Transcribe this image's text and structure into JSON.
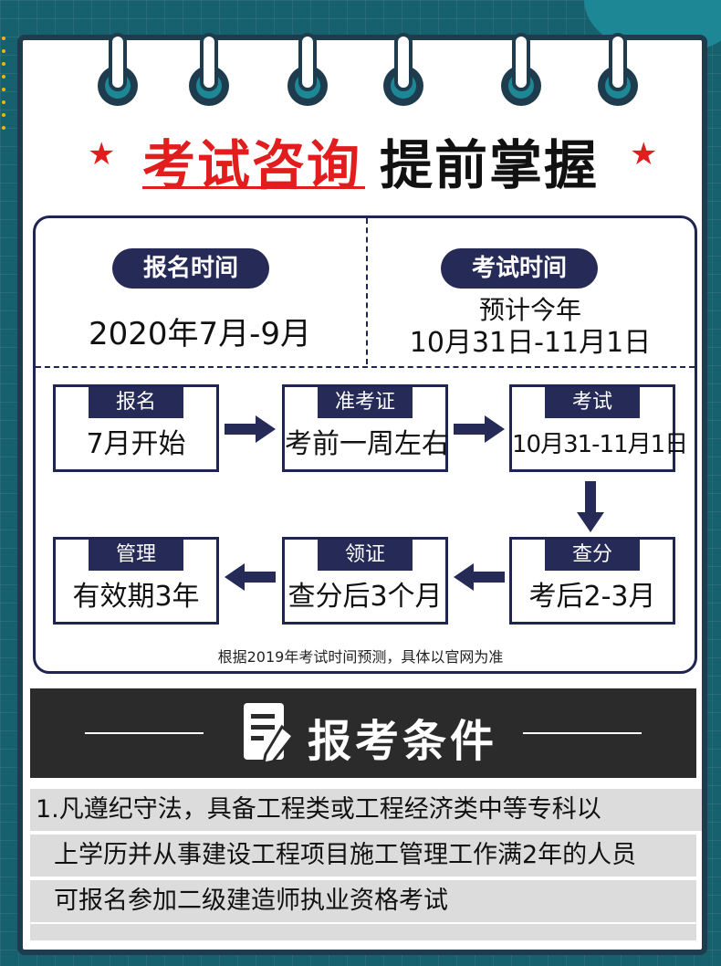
{
  "header": {
    "title_red": "考试咨询",
    "title_dark": "提前掌握"
  },
  "registration": {
    "label": "报名时间",
    "value": "2020年7月-9月"
  },
  "exam_time": {
    "label": "考试时间",
    "line1": "预计今年",
    "line2": "10月31日-11月1日"
  },
  "flow": [
    {
      "label": "报名",
      "value": "7月开始"
    },
    {
      "label": "准考证",
      "value": "考前一周左右"
    },
    {
      "label": "考试",
      "value": "10月31-11月1日"
    },
    {
      "label": "查分",
      "value": "考后2-3月"
    },
    {
      "label": "领证",
      "value": "查分后3个月"
    },
    {
      "label": "管理",
      "value": "有效期3年"
    }
  ],
  "note": "根据2019年考试时间预测，具体以官网为准",
  "conditions": {
    "title": "报考条件",
    "lines": [
      "1.凡遵纪守法，具备工程类或工程经济类中等专科以",
      "上学历并从事建设工程项目施工管理工作满2年的人员",
      "可报名参加二级建造师执业资格考试"
    ]
  },
  "colors": {
    "background": "#17606e",
    "accent_red": "#e11d1d",
    "navy": "#252a57",
    "dark_panel": "#2b2b2b",
    "row_gray": "#dcdcdc"
  },
  "icons": [
    "star-icon",
    "document-pen-icon",
    "arrow-right-icon",
    "arrow-down-icon",
    "arrow-left-icon"
  ]
}
